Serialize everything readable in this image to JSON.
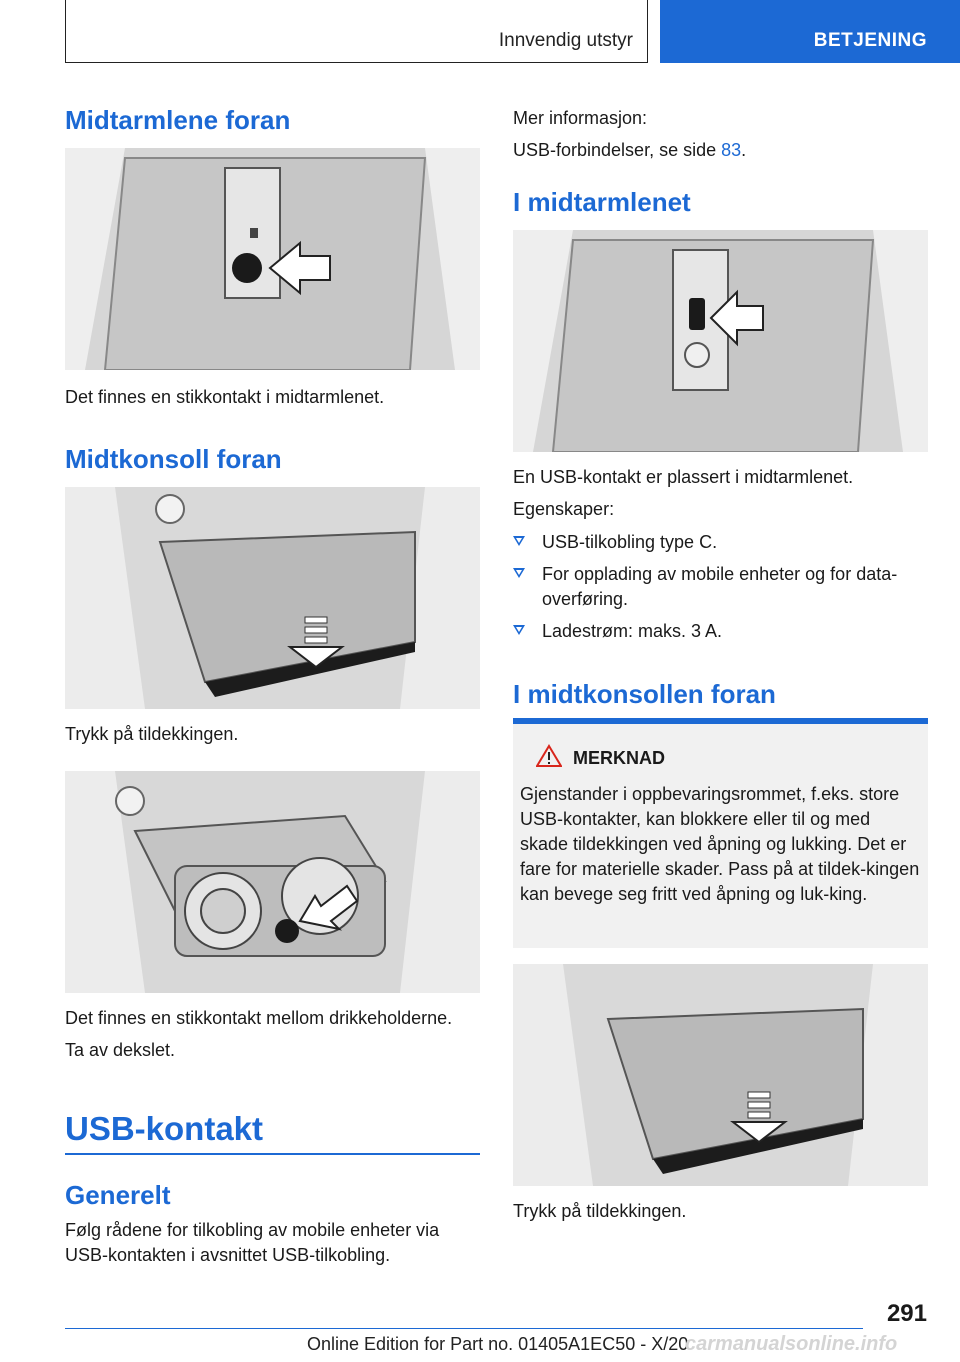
{
  "header": {
    "section": "Innvendig utstyr",
    "chapter": "BETJENING"
  },
  "left": {
    "h_armrest_front": "Midtarmlene foran",
    "cap_armrest_front": "Det finnes en stikkontakt i midtarmlenet.",
    "h_console_front": "Midtkonsoll foran",
    "cap_console_front": "Trykk på tildekkingen.",
    "cap_cupholder_1": "Det finnes en stikkontakt mellom drikkeholderne.",
    "cap_cupholder_2": "Ta av dekslet.",
    "h_usb": "USB-kontakt",
    "h_general": "Generelt",
    "general_text": "Følg rådene for tilkobling av mobile enheter via USB-kontakten i avsnittet USB-tilkobling."
  },
  "right": {
    "more_info": "Mer informasjon:",
    "usb_ref_prefix": "USB-forbindelser, se side ",
    "usb_ref_page": "83",
    "usb_ref_suffix": ".",
    "h_in_armrest": "I midtarmlenet",
    "cap_in_armrest": "En USB-kontakt er plassert i midtarmlenet.",
    "properties_label": "Egenskaper:",
    "bullets": [
      "USB-tilkobling type C.",
      "For opplading av mobile enheter og for data-overføring.",
      "Ladestrøm: maks. 3 A."
    ],
    "h_in_console": "I midtkonsollen foran",
    "note_title": "MERKNAD",
    "note_text": "Gjenstander i oppbevaringsrommet, f.eks. store USB-kontakter, kan blokkere eller til og med skade tildekkingen ved åpning og lukking. Det er fare for materielle skader. Pass på at tildek-kingen kan bevege seg fritt ved åpning og luk-king.",
    "cap_console_bottom": "Trykk på tildekkingen."
  },
  "footer": {
    "page_number": "291",
    "edition": "Online Edition for Part no. 01405A1EC50 - X/20",
    "watermark": "carmanualsonline.info"
  },
  "colors": {
    "accent": "#1c69d4",
    "note_bg": "#f1f1f1"
  }
}
